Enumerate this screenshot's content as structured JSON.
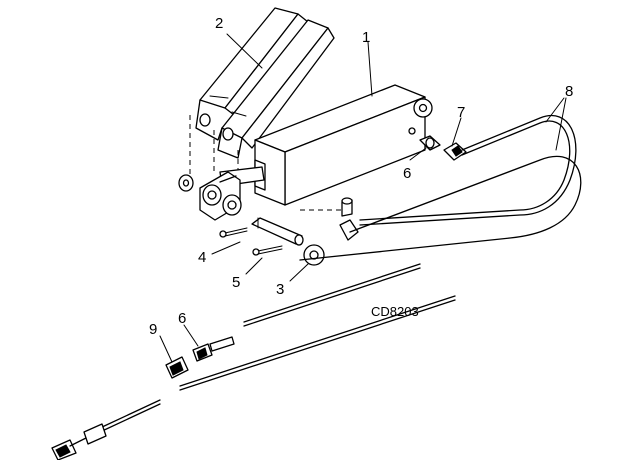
{
  "diagram": {
    "drawing_code": "CD8203",
    "callouts": {
      "c1": "1",
      "c2": "2",
      "c3": "3",
      "c4": "4",
      "c5": "5",
      "c6a": "6",
      "c6b": "6",
      "c7": "7",
      "c8": "8",
      "c9": "9"
    }
  }
}
